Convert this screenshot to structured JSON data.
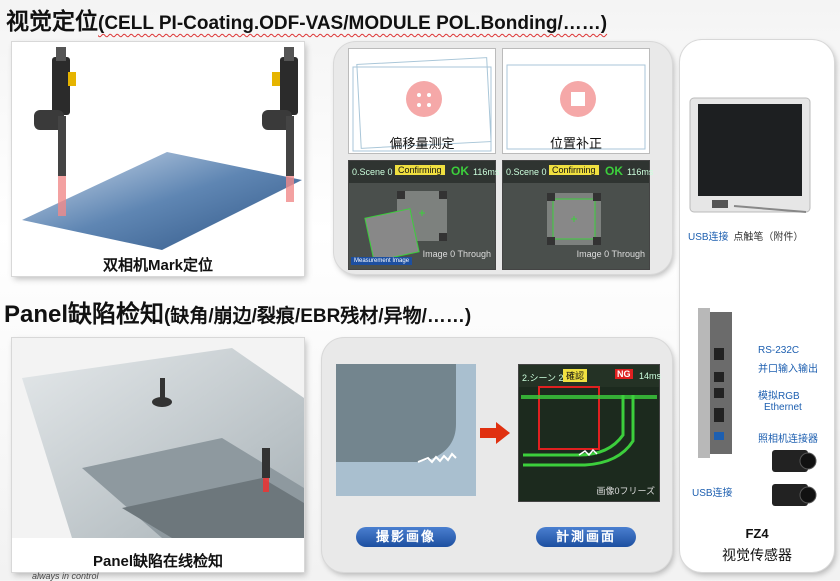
{
  "header1": {
    "main": "视觉定位",
    "sub": "(CELL PI-Coating.ODF-VAS/MODULE POL.Bonding/……)"
  },
  "header2": {
    "main": "Panel缺陷检知",
    "sub": "(缺角/崩边/裂痕/EBR残材/异物/……)"
  },
  "panel_left_top": {
    "caption": "双相机Mark定位"
  },
  "panel_mid_top": {
    "label_offset": "偏移量测定",
    "label_correct": "位置补正",
    "screen1": {
      "scene": "0.Scene 0",
      "status": "Confirming",
      "ok": "OK",
      "time": "116ms",
      "badge": "Measurement Image",
      "footer": "Image 0 Through"
    },
    "screen2": {
      "scene": "0.Scene 0",
      "status": "Confirming",
      "ok": "OK",
      "time": "116ms",
      "footer": "Image 0 Through"
    }
  },
  "panel_left_bottom": {
    "caption": "Panel缺陷在线检知"
  },
  "panel_mid_bottom": {
    "tab_capture": "撮影画像",
    "tab_measure": "計測画面",
    "screen": {
      "scene": "2.シーン 2",
      "status": "確認",
      "ng": "NG",
      "time": "14ms",
      "footer": "画像0フリーズ"
    }
  },
  "device_panel": {
    "usb_top": "USB连接",
    "stylus": "点触笔（附件）",
    "rs232": "RS-232C",
    "parallel": "并口输入输出",
    "rgb": "模拟RGB",
    "ethernet": "Ethernet",
    "camera_conn": "照相机连接器",
    "usb_side": "USB连接",
    "model": "FZ4",
    "name": "视觉传感器"
  },
  "footer": {
    "text": "always in control"
  },
  "colors": {
    "blue_label": "#1d5fb0",
    "ok_green": "#3ccf3c",
    "ng_red": "#e02020",
    "status_yellow": "#f0e040",
    "tab_blue": "#1d4fa0"
  }
}
